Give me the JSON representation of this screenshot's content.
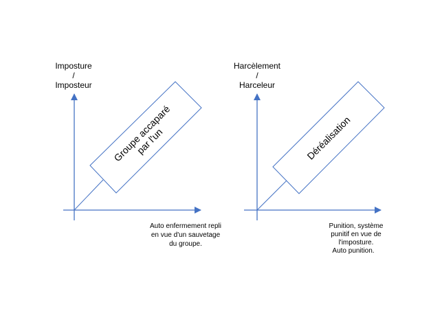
{
  "colors": {
    "axis": "#4472c4",
    "text": "#000000"
  },
  "diagrams": [
    {
      "y_label": [
        "Imposture",
        "/",
        "Imposteur"
      ],
      "box_text": [
        "Groupe accaparé",
        "par l'un"
      ],
      "x_caption": [
        "Auto enfermement repli",
        "en vue d'un sauvetage",
        "du groupe."
      ]
    },
    {
      "y_label": [
        "Harcèlement",
        "/",
        "Harceleur"
      ],
      "box_text": [
        "Déréalisation"
      ],
      "x_caption": [
        "Punition, système",
        "punitif en vue de",
        "l'imposture.",
        "Auto punition."
      ]
    }
  ]
}
